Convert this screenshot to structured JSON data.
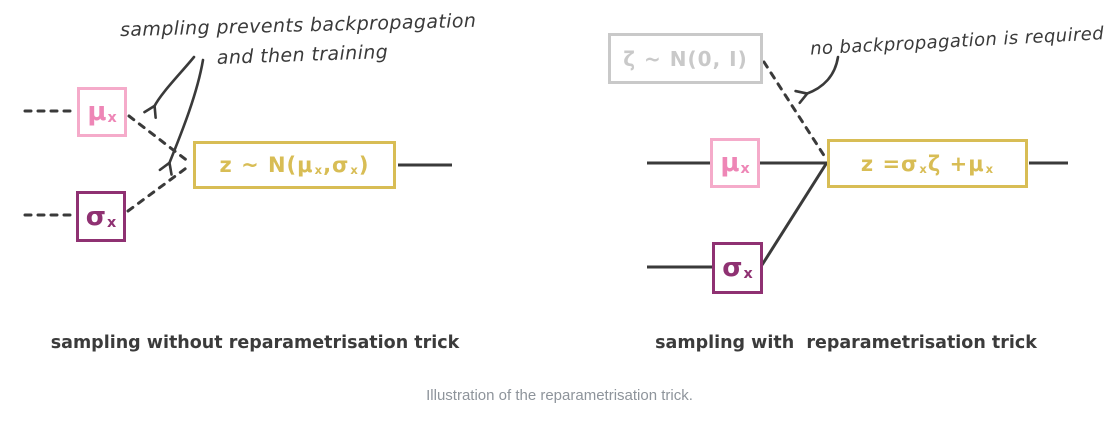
{
  "colors": {
    "pink_border": "#f5abca",
    "pink_text": "#ee86b6",
    "purple": "#8f3172",
    "gold": "#d8bd55",
    "gray_box": "#c9c9c9",
    "ink": "#3a3a3a",
    "label_text": "#3b3b3b",
    "caption_text": "#8e949b"
  },
  "left": {
    "annotation_line1": "sampling prevents backpropagation",
    "annotation_line2": "and then training",
    "mu_box": [
      {
        "t": "μ"
      },
      {
        "t": "x",
        "sub": true
      }
    ],
    "sigma_box": [
      {
        "t": "σ"
      },
      {
        "t": "x",
        "sub": true
      }
    ],
    "z_box": [
      {
        "t": "z ~ N( "
      },
      {
        "t": "μ"
      },
      {
        "t": "x",
        "sub": true
      },
      {
        "t": " , "
      },
      {
        "t": "σ"
      },
      {
        "t": "x",
        "sub": true
      },
      {
        "t": " )"
      }
    ],
    "label": "sampling without reparametrisation trick"
  },
  "right": {
    "zeta_box": "ζ ~ N(0, I)",
    "annotation": "no backpropagation is required",
    "mu_box": [
      {
        "t": "μ"
      },
      {
        "t": "x",
        "sub": true
      }
    ],
    "sigma_box": [
      {
        "t": "σ"
      },
      {
        "t": "x",
        "sub": true
      }
    ],
    "z_box": [
      {
        "t": "z = "
      },
      {
        "t": "σ"
      },
      {
        "t": "x",
        "sub": true
      },
      {
        "t": " ζ + "
      },
      {
        "t": "μ"
      },
      {
        "t": "x",
        "sub": true
      }
    ],
    "label": "sampling with  reparametrisation trick"
  },
  "caption": "Illustration of the reparametrisation trick."
}
